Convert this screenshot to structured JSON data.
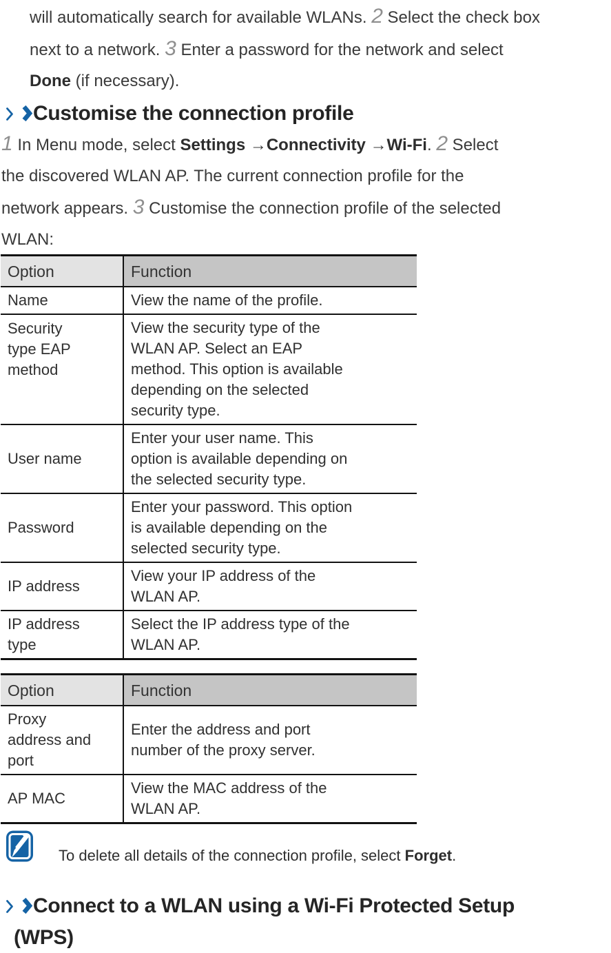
{
  "colors": {
    "accent_blue": "#1563a5",
    "table_header_option_bg": "#e3e3e3",
    "table_header_function_bg": "#c5c5c5",
    "body_text": "#3a3a3a",
    "step_number_gray": "#8f8f8f"
  },
  "icons": {
    "heading_chevron_small": "chevron-right-icon",
    "heading_chevron_bold": "heavy-chevron-right-icon",
    "note": "note-pencil-icon"
  },
  "intro": {
    "l1": {
      "a": "will automatically search for available WLANs. ",
      "step": "2",
      "b": " Select the check box"
    },
    "l2": {
      "a": "next to a network. ",
      "step": "3",
      "b": " Enter a password for the network and select"
    },
    "l3": {
      "bold": "Done",
      "a": " (if necessary)."
    }
  },
  "heading1": {
    "text": "Customise the connection profile"
  },
  "steps": {
    "l1": {
      "num": "1",
      "a": " In Menu mode, select ",
      "b1": "Settings",
      "ar1": " →",
      "b2": "Connectivity",
      "ar2": " →",
      "b3": "Wi-Fi",
      "dot": ". ",
      "num2": "2",
      "c": " Select"
    },
    "l2": "the discovered WLAN AP. The current connection profile for the",
    "l3": {
      "a": "network appears. ",
      "num": "3",
      "b": " Customise the connection profile of the selected"
    },
    "l4": "WLAN:"
  },
  "table1": {
    "headers": [
      "Option",
      "Function"
    ],
    "rows": [
      {
        "option": "Name",
        "function": "View the name of the profile."
      },
      {
        "option": "Security\ntype EAP\nmethod",
        "function": "View the security type of the\nWLAN AP. Select an EAP\nmethod. This option is available\ndepending on the selected\nsecurity type."
      },
      {
        "option": "User name",
        "function": "Enter your user name. This\noption is available depending on\nthe selected security type."
      },
      {
        "option": "Password",
        "function": "Enter your password. This option\nis available depending on the\nselected security type."
      },
      {
        "option": "IP address",
        "function": "View your IP address of the\nWLAN AP."
      },
      {
        "option": "IP address\ntype",
        "function": "Select the IP address type of the\nWLAN AP."
      }
    ]
  },
  "table2": {
    "headers": [
      "Option",
      "Function"
    ],
    "rows": [
      {
        "option": "Proxy\naddress and\nport",
        "function": "Enter the address and port\nnumber of the proxy server."
      },
      {
        "option": "AP MAC",
        "function": "View the MAC address of the\nWLAN AP."
      }
    ]
  },
  "note": {
    "a": "To delete all details of the connection profile, select ",
    "bold": "Forget",
    "b": "."
  },
  "heading2": {
    "line1": "Connect to a WLAN using a Wi-Fi Protected Setup",
    "line2": "(WPS)"
  }
}
